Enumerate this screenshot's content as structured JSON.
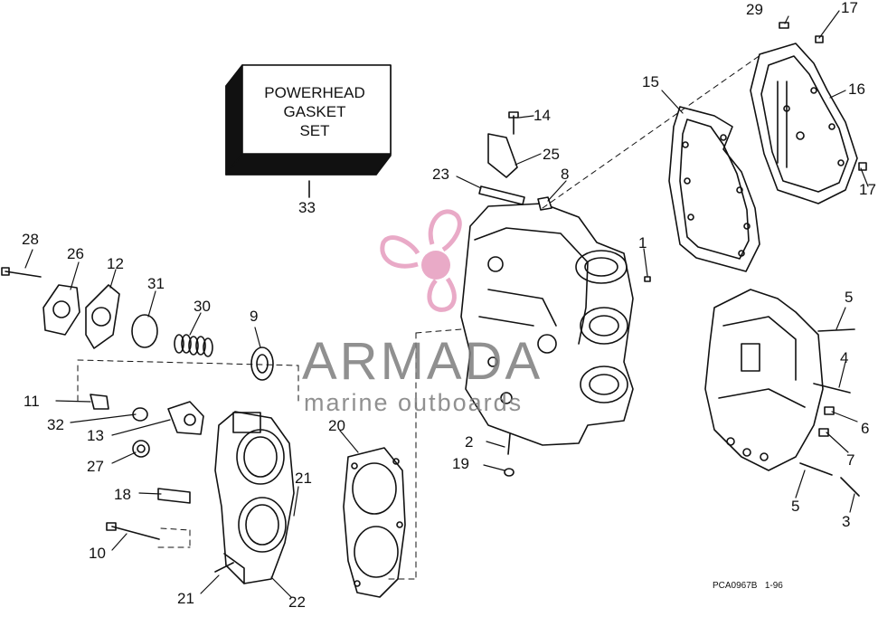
{
  "box": {
    "lines": [
      "POWERHEAD",
      "GASKET",
      "SET"
    ]
  },
  "watermark": {
    "brand": "ARMADA",
    "tagline": "marine outboards",
    "accent": "#e7a1c2",
    "text_color": "#7d7d7d"
  },
  "footer": {
    "code": "PCA0967B",
    "date": "1-96"
  },
  "callouts": {
    "c1": "1",
    "c2": "2",
    "c3": "3",
    "c4": "4",
    "c5a": "5",
    "c5b": "5",
    "c6": "6",
    "c7": "7",
    "c8": "8",
    "c9": "9",
    "c10": "10",
    "c11": "11",
    "c12": "12",
    "c13": "13",
    "c14": "14",
    "c15": "15",
    "c16": "16",
    "c17a": "17",
    "c17b": "17",
    "c18": "18",
    "c19": "19",
    "c20": "20",
    "c21a": "21",
    "c21b": "21",
    "c22": "22",
    "c23": "23",
    "c25": "25",
    "c26": "26",
    "c27": "27",
    "c28": "28",
    "c29": "29",
    "c30": "30",
    "c31": "31",
    "c32": "32",
    "c33": "33"
  }
}
